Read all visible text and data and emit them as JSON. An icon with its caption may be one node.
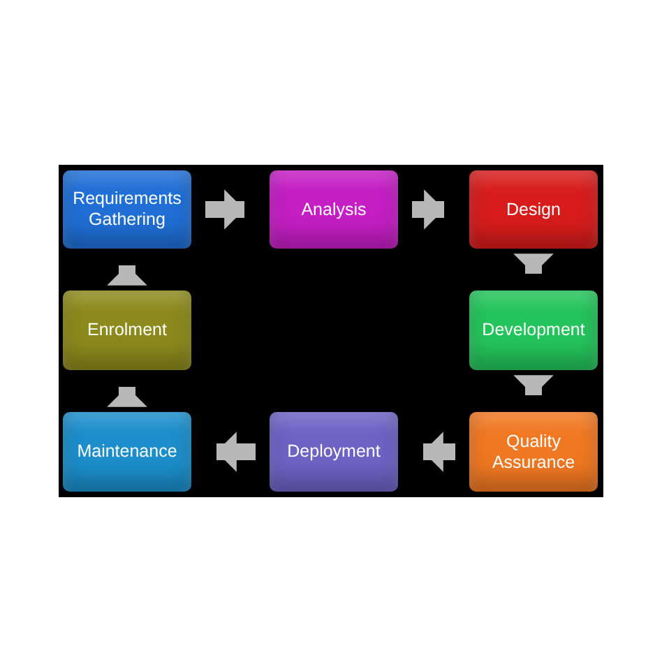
{
  "diagram": {
    "nodes": [
      {
        "text": [
          "Requirements Gathering"
        ]
      },
      {
        "text": [
          "Analysis"
        ]
      },
      {
        "text": [
          "Design"
        ]
      },
      {
        "text": [
          "Development"
        ]
      },
      {
        "text": [
          "Quality Assurance"
        ]
      },
      {
        "text": [
          "Deployment"
        ]
      },
      {
        "text": [
          "Maintenance"
        ]
      },
      {
        "text": [
          "Enrolment"
        ]
      }
    ],
    "edges": [
      {
        "from": 0,
        "to": 1,
        "arrow": "to"
      },
      {
        "from": 1,
        "to": 2,
        "arrow": "to"
      },
      {
        "from": 2,
        "to": 3,
        "arrow": "to"
      },
      {
        "from": 3,
        "to": 4,
        "arrow": "to"
      },
      {
        "from": 4,
        "to": 5,
        "arrow": "to"
      },
      {
        "from": 5,
        "to": 6,
        "arrow": "to"
      },
      {
        "from": 6,
        "to": 7,
        "arrow": "to"
      },
      {
        "from": 7,
        "to": 0,
        "arrow": "to"
      }
    ]
  }
}
